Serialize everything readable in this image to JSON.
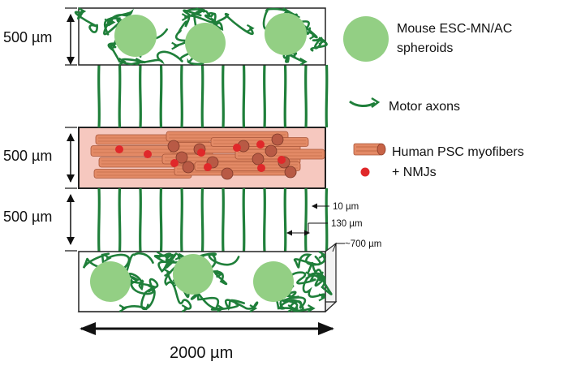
{
  "dimensions": {
    "top_compartment_height": "500 µm",
    "middle_compartment_height": "500 µm",
    "channel_length": "500 µm",
    "channel_width": "10 µm",
    "channel_spacing": "130 µm",
    "device_depth": "~700 µm",
    "device_width": "2000 µm"
  },
  "legend": {
    "spheroids_line1": "Mouse ESC-MN/AC",
    "spheroids_line2": "spheroids",
    "axons": "Motor axons",
    "myofibers_line1": "Human PSC myofibers",
    "myofibers_line2": "+ NMJs"
  },
  "colors": {
    "axon": "#1f7f3a",
    "spheroid": "#93cf84",
    "muscle_bg": "#f6c8bf",
    "myofiber": "#e38a66",
    "nmj": "#e0282a"
  }
}
